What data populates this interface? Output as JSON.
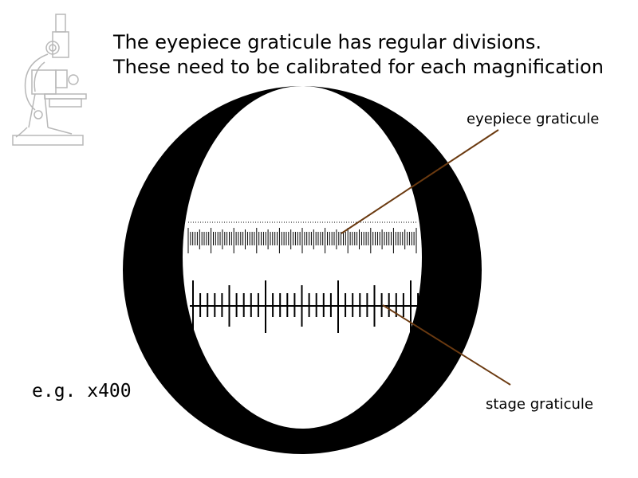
{
  "title": {
    "line1": "The eyepiece graticule has regular divisions.",
    "line2": "These need to be calibrated for each magnification"
  },
  "labels": {
    "eyepiece": "eyepiece graticule",
    "stage": "stage graticule"
  },
  "magnification": "e.g. x400",
  "colors": {
    "background": "#ffffff",
    "ring": "#000000",
    "pointer_line": "#6b3a10",
    "microscope_icon": "#b8b8b8"
  },
  "icons": [
    "microscope-icon"
  ]
}
